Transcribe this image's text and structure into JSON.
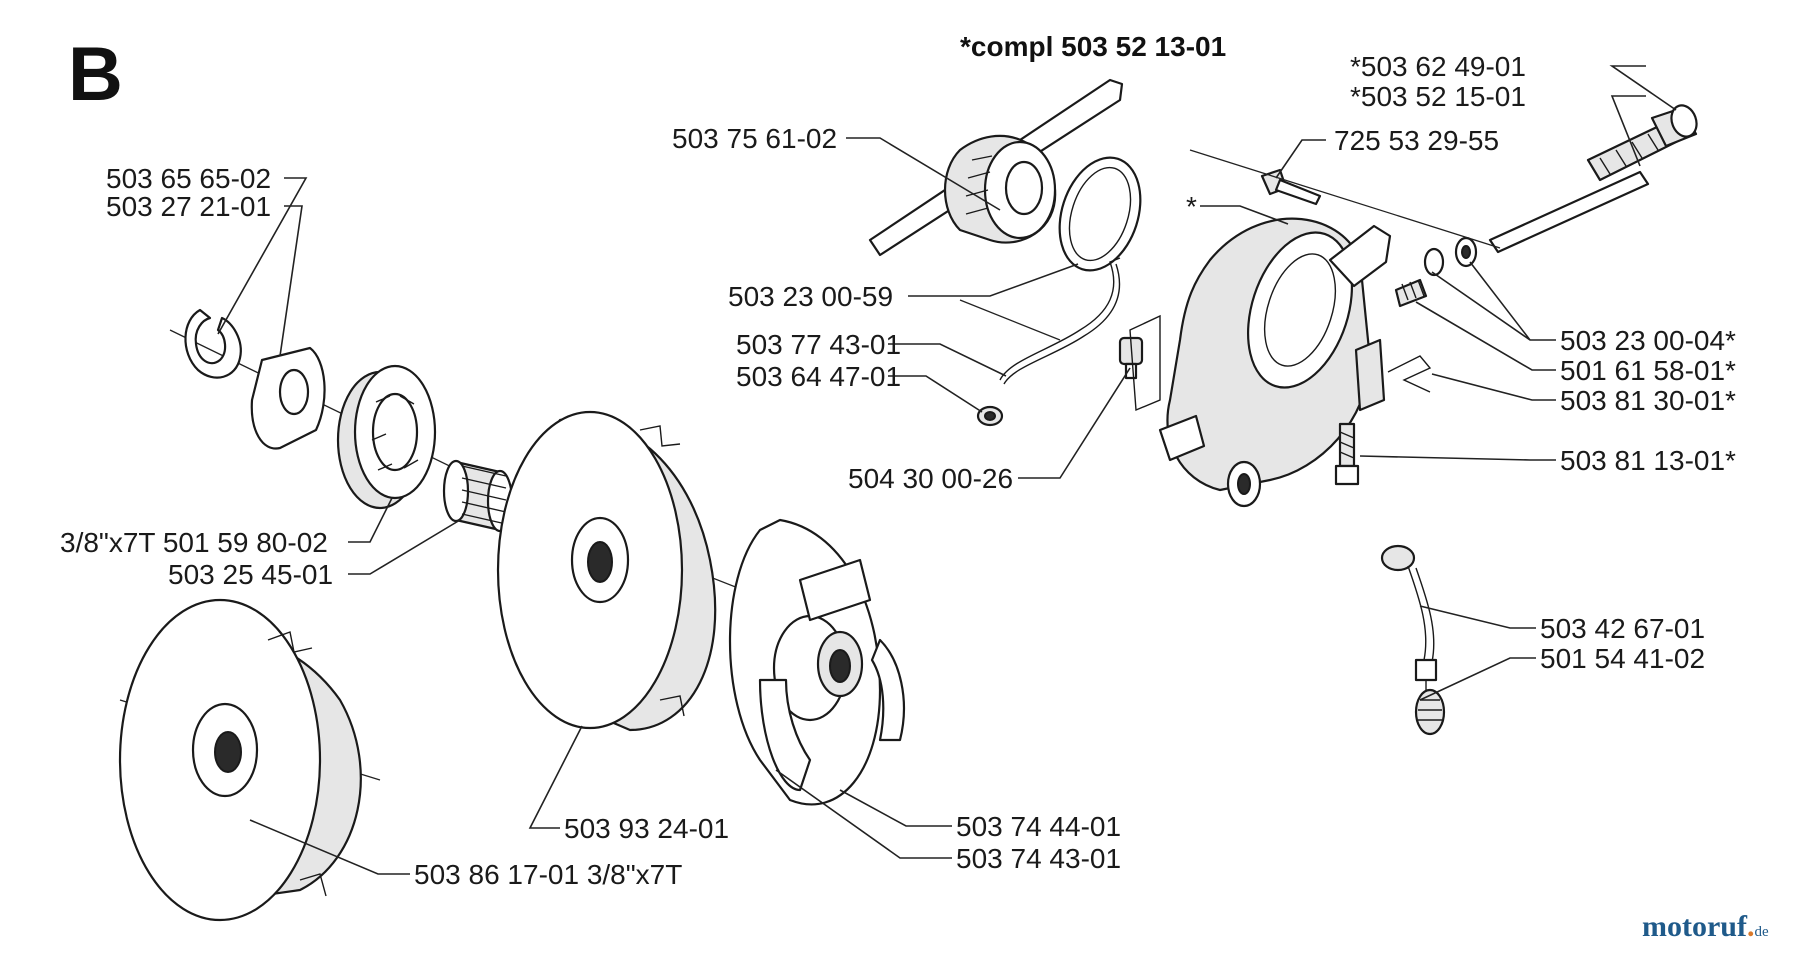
{
  "section_letter": "B",
  "assembly_label": "*compl 503 52 13-01",
  "part_labels": {
    "p503756102": "503 75 61-02",
    "p503656502": "503 65 65-02",
    "p503272101": "503 27 21-01",
    "p503230059": "503 23 00-59",
    "p503774301": "503 77 43-01",
    "p503644701": "503 64 47-01",
    "p504300026": "504 30 00-26",
    "p501598002": "3/8\"x7T 501 59 80-02",
    "p503254501": "503 25 45-01",
    "p503932401": "503 93 24-01",
    "p503861701": "503 86 17-01 3/8\"x7T",
    "p503744401": "503 74 44-01",
    "p503744301": "503 74 43-01",
    "p503624901": "*503 62 49-01",
    "p503521501": "*503 52 15-01",
    "p725532955": "725 53 29-55",
    "pump_star": "*",
    "p503230004": "503 23 00-04*",
    "p501615801": "501 61 58-01*",
    "p503813001": "503 81 30-01*",
    "p503811301": "503 81 13-01*",
    "p503426701": "503 42 67-01",
    "p501544102": "501 54 41-02"
  },
  "watermark": {
    "main": "motoruf",
    "dot": ".",
    "suffix": "de"
  },
  "colors": {
    "ink": "#1a1a1a",
    "watermark_blue": "#1f5a8a",
    "watermark_orange": "#d9792b"
  }
}
